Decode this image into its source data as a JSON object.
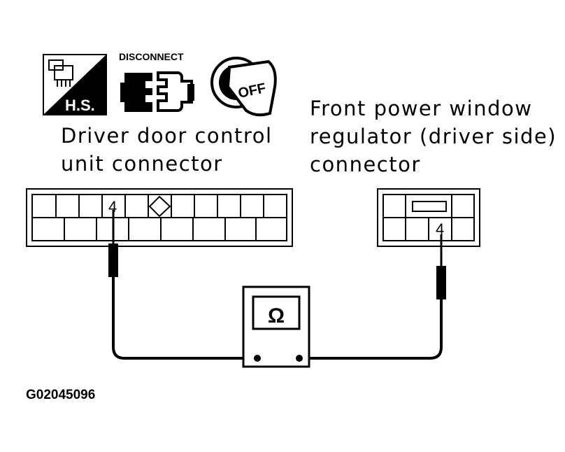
{
  "icons": {
    "harness_label": "H.S.",
    "disconnect_label": "DISCONNECT",
    "ignition_label": "OFF"
  },
  "left_connector": {
    "label_line1": "Driver door control",
    "label_line2": "unit connector",
    "terminal": "4"
  },
  "right_connector": {
    "label_line1": "Front power window",
    "label_line2": "regulator (driver side)",
    "label_line3": "connector",
    "terminal": "4"
  },
  "meter": {
    "symbol": "Ω"
  },
  "figure_code": "G02045096"
}
